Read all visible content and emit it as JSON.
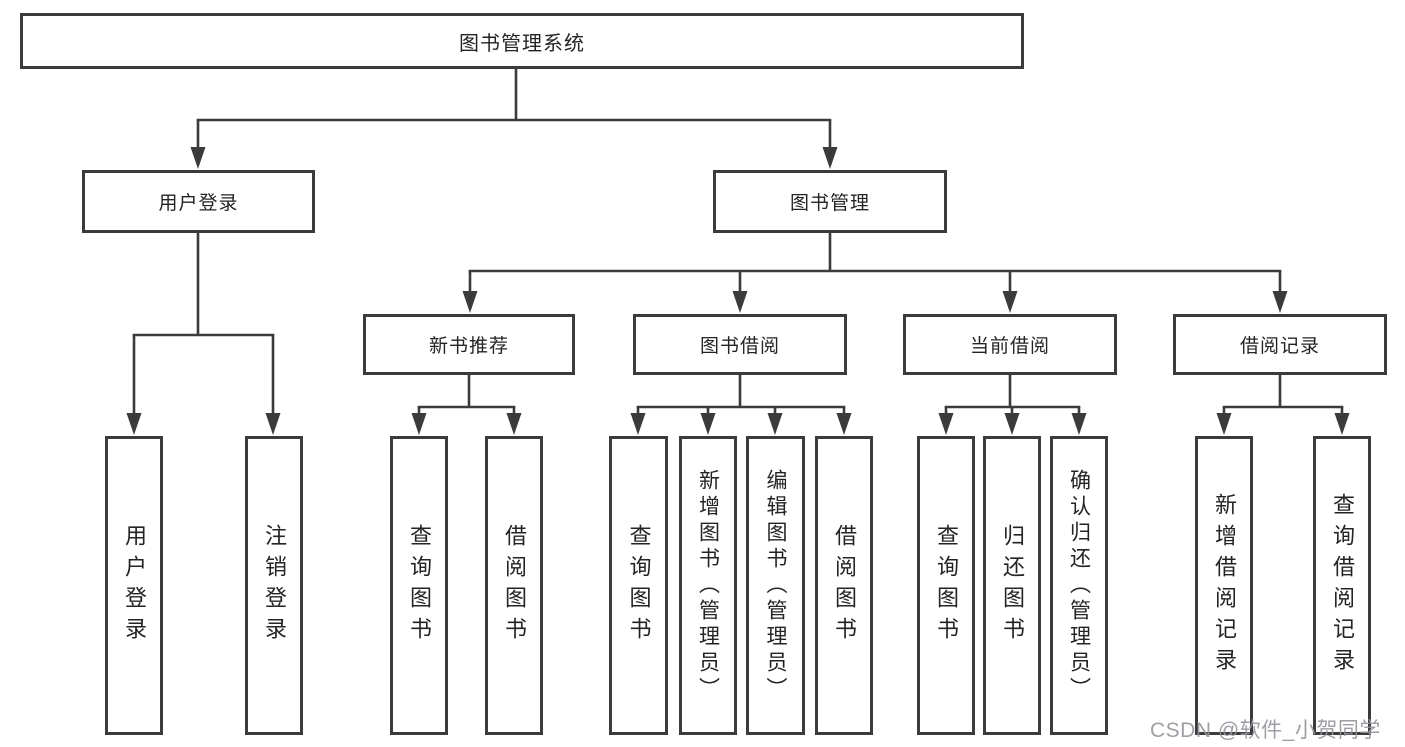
{
  "tree": {
    "root": {
      "label": "图书管理系统",
      "children": [
        {
          "label": "用户登录",
          "children": [
            {
              "label": "用户登录"
            },
            {
              "label": "注销登录"
            }
          ]
        },
        {
          "label": "图书管理",
          "children": [
            {
              "label": "新书推荐",
              "children": [
                {
                  "label": "查询图书"
                },
                {
                  "label": "借阅图书"
                }
              ]
            },
            {
              "label": "图书借阅",
              "children": [
                {
                  "label": "查询图书"
                },
                {
                  "label": "新增图书（管理员）"
                },
                {
                  "label": "编辑图书（管理员）"
                },
                {
                  "label": "借阅图书"
                }
              ]
            },
            {
              "label": "当前借阅",
              "children": [
                {
                  "label": "查询图书"
                },
                {
                  "label": "归还图书"
                },
                {
                  "label": "确认归还（管理员）"
                }
              ]
            },
            {
              "label": "借阅记录",
              "children": [
                {
                  "label": "新增借阅记录"
                },
                {
                  "label": "查询借阅记录"
                }
              ]
            }
          ]
        }
      ]
    }
  },
  "watermark": {
    "text": "CSDN @软件_小贺同学"
  },
  "colors": {
    "line": "#3b3b3b",
    "text": "#242424",
    "background": "#ffffff",
    "watermark": "#94949a"
  }
}
